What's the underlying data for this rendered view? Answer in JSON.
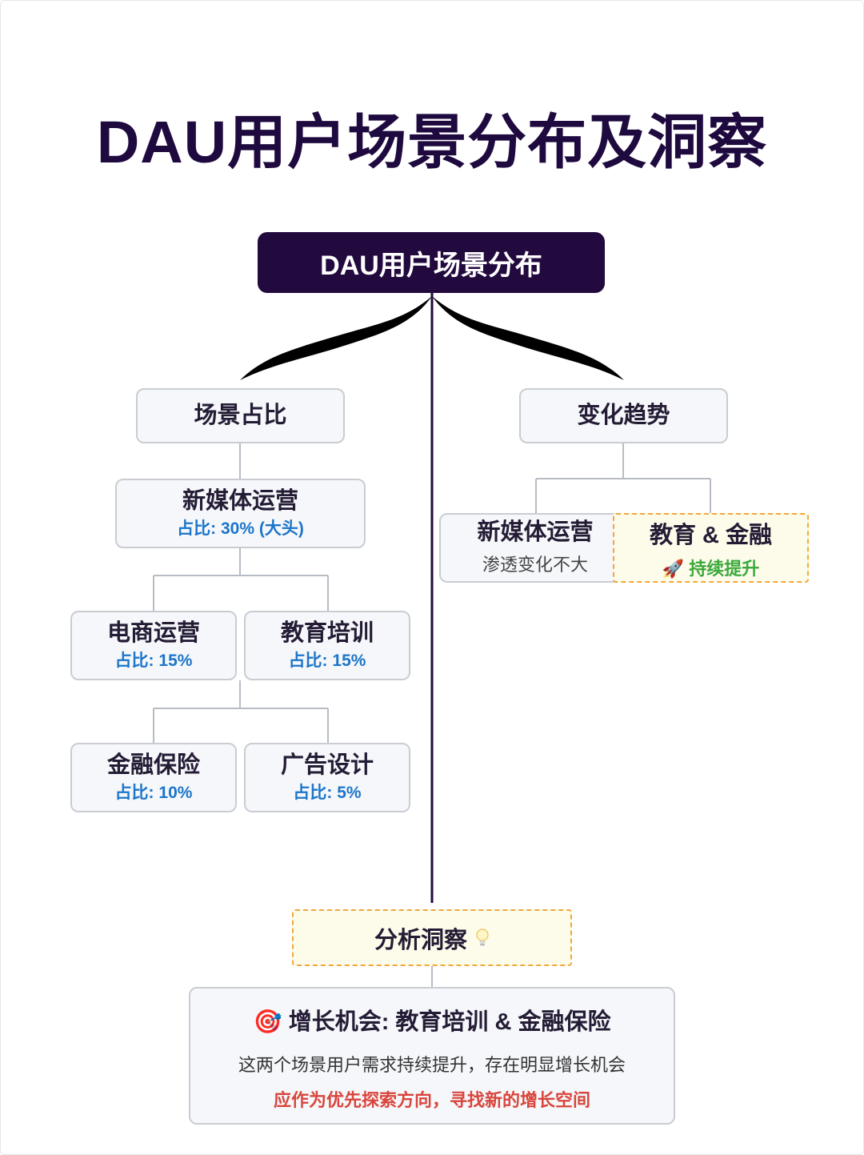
{
  "title": "DAU用户场景分布及洞察",
  "root": "DAU用户场景分布",
  "left": {
    "title": "场景占比",
    "main": {
      "name": "新媒体运营",
      "share": "占比: 30% (大头)"
    },
    "row1": [
      {
        "name": "电商运营",
        "share": "占比: 15%"
      },
      {
        "name": "教育培训",
        "share": "占比: 15%"
      }
    ],
    "row2": [
      {
        "name": "金融保险",
        "share": "占比: 10%"
      },
      {
        "name": "广告设计",
        "share": "占比: 5%"
      }
    ]
  },
  "right": {
    "title": "变化趋势",
    "items": [
      {
        "name": "新媒体运营",
        "desc": "渗透变化不大"
      },
      {
        "name": "教育 & 金融",
        "icon": "🚀",
        "desc": "持续提升"
      }
    ]
  },
  "insight": {
    "title": "分析洞察",
    "icon": "lightbulb-icon",
    "target_icon": "🎯",
    "heading": "增长机会: 教育培训 & 金融保险",
    "line1": "这两个场景用户需求持续提升，存在明显增长机会",
    "line2": "应作为优先探索方向，寻找新的增长空间"
  },
  "colors": {
    "dark": "#22093e",
    "accent_blue": "#1c75c9",
    "green": "#3aa93a",
    "red": "#d9453c",
    "dash": "#f2a93b"
  }
}
